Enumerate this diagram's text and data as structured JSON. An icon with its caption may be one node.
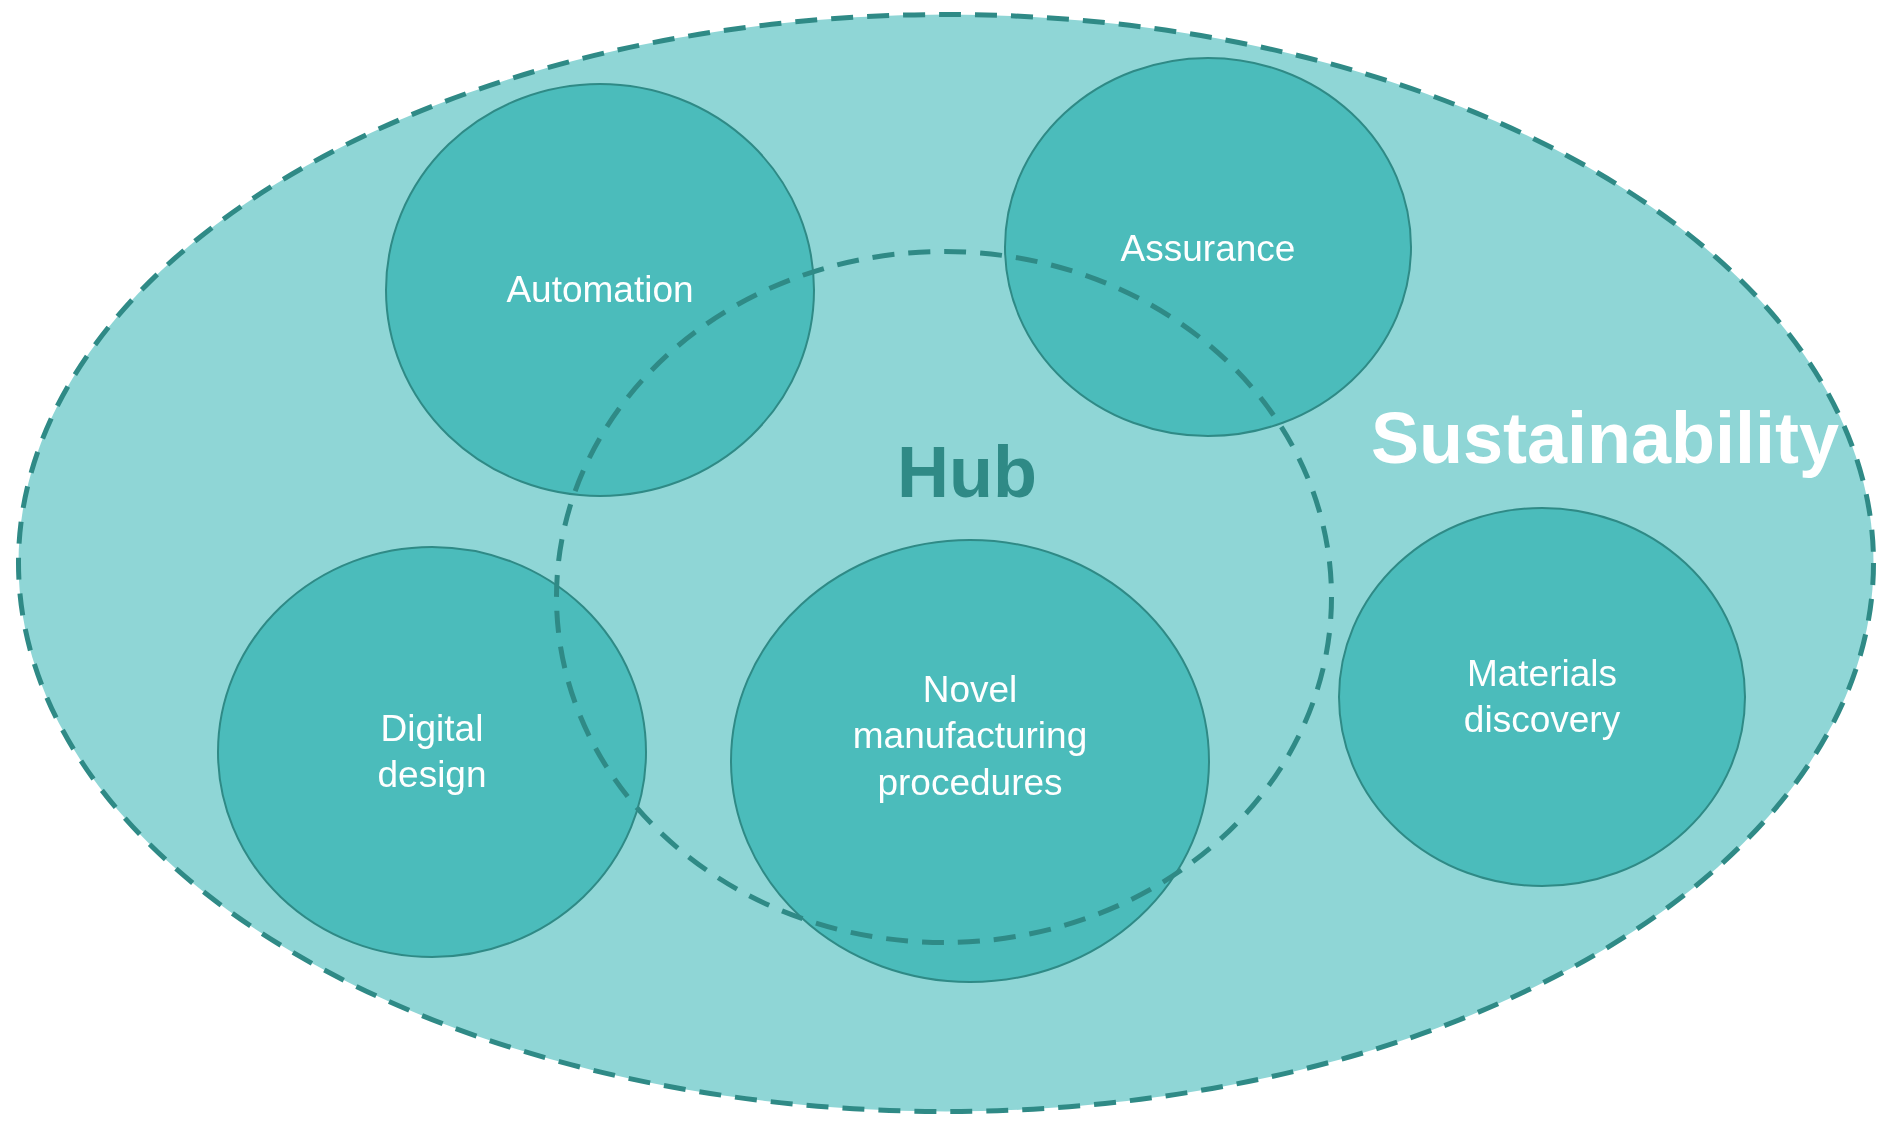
{
  "diagram": {
    "nodes": [
      {
        "text": [
          "Sustainability"
        ]
      },
      {
        "text": [
          "Hub"
        ],
        "in": 0
      },
      {
        "text": [
          "Automation"
        ],
        "in": 0
      },
      {
        "text": [
          "Assurance"
        ],
        "in": 0
      },
      {
        "text": [
          "Digital design"
        ],
        "in": 0
      },
      {
        "text": [
          "Novel manufacturing procedures"
        ],
        "in": 0
      },
      {
        "text": [
          "Materials discovery"
        ],
        "in": 0
      }
    ],
    "edges": []
  }
}
